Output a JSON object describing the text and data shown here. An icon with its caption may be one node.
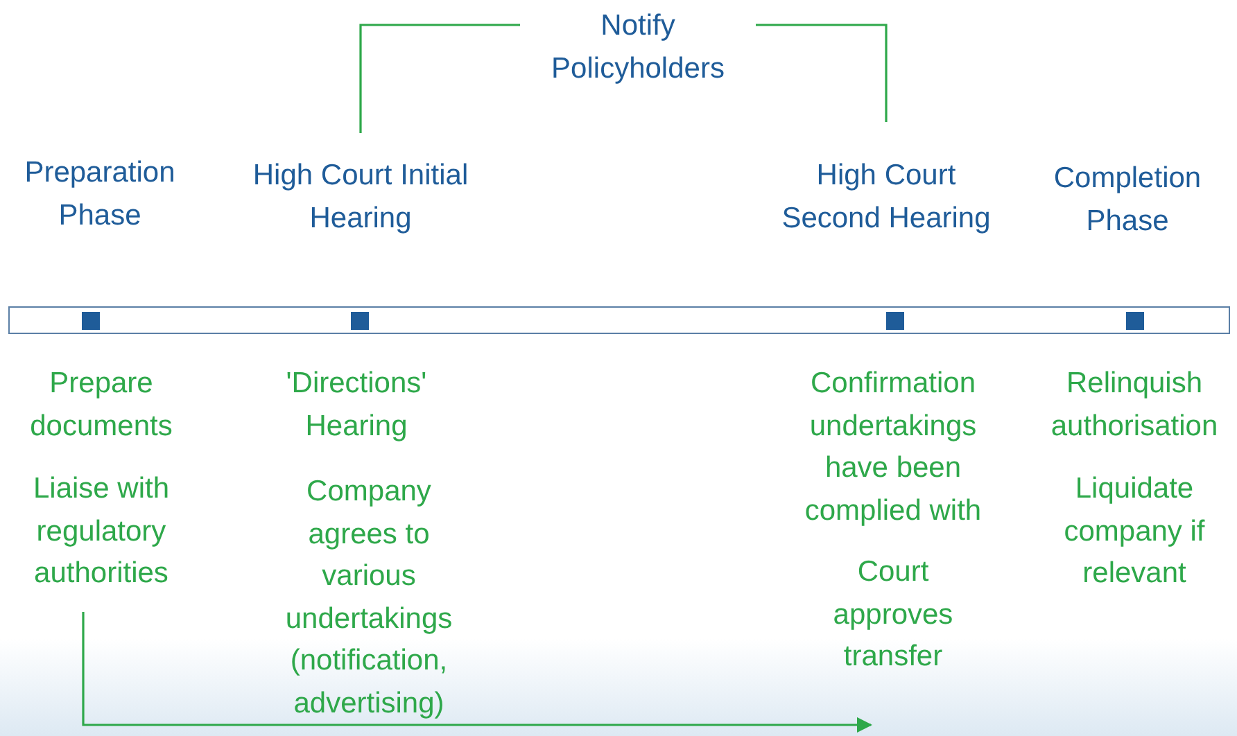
{
  "diagram": {
    "nodes": [
      {
        "text": [
          "Notify Policyholders"
        ]
      },
      {
        "text": [
          "High Court Initial Hearing"
        ]
      },
      {
        "text": [
          "High Court Second Hearing"
        ]
      },
      {
        "text": [
          "Liaise with regulatory authorities"
        ]
      }
    ],
    "edges": [
      {
        "from": 0,
        "to": 1,
        "arrow": "none"
      },
      {
        "from": 0,
        "to": 2,
        "arrow": "none"
      },
      {
        "from": 3,
        "to": null,
        "arrow": "to"
      }
    ],
    "labels": [
      "Preparation Phase",
      "Completion Phase",
      "Prepare documents",
      "'Directions' Hearing",
      "Confirmation undertakings have been complied with",
      "Relinquish authorisation",
      "Company agrees to various undertakings (notification, advertising)",
      "Court approves transfer",
      "Liquidate company if relevant"
    ]
  }
}
